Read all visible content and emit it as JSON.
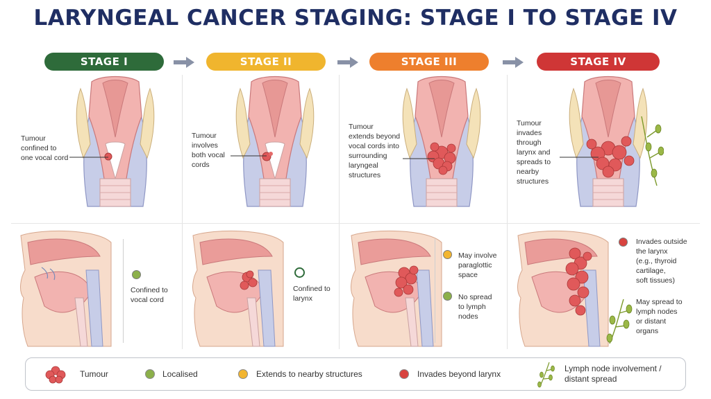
{
  "title": "LARYNGEAL CANCER STAGING: STAGE I TO STAGE IV",
  "colors": {
    "stage1": "#2e6b3a",
    "stage2": "#f0b52e",
    "stage3": "#ee7f2d",
    "stage4": "#cf3636",
    "arrow": "#8891a6",
    "tissue": "#f2b3b0",
    "tumour": "#e0595a",
    "cartilage": "#f4e2b8",
    "lymph": "#8fae3a",
    "green_dot": "#8cb04a",
    "yellow_dot": "#f2b530",
    "red_dot": "#d8433f"
  },
  "stages": [
    {
      "label": "STAGE I",
      "front_label": [
        "Tumour",
        "confined to",
        "one vocal cord"
      ],
      "side_items": [
        {
          "text": [
            "Confined to",
            "vocal cord"
          ],
          "dot": "green"
        }
      ]
    },
    {
      "label": "STAGE II",
      "front_label": [
        "Tumour",
        "involves",
        "both vocal",
        "cords"
      ],
      "side_items": [
        {
          "text": [
            "Confined to",
            "larynx"
          ],
          "dot": "green-dark"
        }
      ]
    },
    {
      "label": "STAGE III",
      "front_label": [
        "Tumour",
        "extends beyond",
        "vocal cords into",
        "surrounding",
        "laryngeal",
        "structures"
      ],
      "side_items": [
        {
          "text": [
            "May involve",
            "paraglottic",
            "space"
          ],
          "dot": "yellow"
        },
        {
          "text": [
            "No spread",
            "to lymph",
            "nodes"
          ],
          "dot": "green"
        }
      ]
    },
    {
      "label": "STAGE IV",
      "front_label": [
        "Tumour",
        "invades",
        "through",
        "larynx and",
        "spreads to",
        "nearby",
        "structures"
      ],
      "side_items": [
        {
          "text": [
            "Invades outside",
            "the larynx",
            "(e.g., thyroid",
            "cartilage,",
            "soft tissues)"
          ],
          "dot": "red"
        },
        {
          "text": [
            "May spread to",
            "lymph nodes",
            "or distant",
            "organs"
          ],
          "dot": "lymph"
        }
      ]
    }
  ],
  "legend": [
    {
      "label": "Tumour",
      "icon": "tumour-cluster-icon"
    },
    {
      "label": "Localised",
      "icon": "green-dot-icon"
    },
    {
      "label": "Extends to nearby structures",
      "icon": "yellow-dot-icon"
    },
    {
      "label": "Invades beyond larynx",
      "icon": "red-dot-icon"
    },
    {
      "label": [
        "Lymph node involvement /",
        "distant spread"
      ],
      "icon": "lymph-node-icon"
    }
  ]
}
